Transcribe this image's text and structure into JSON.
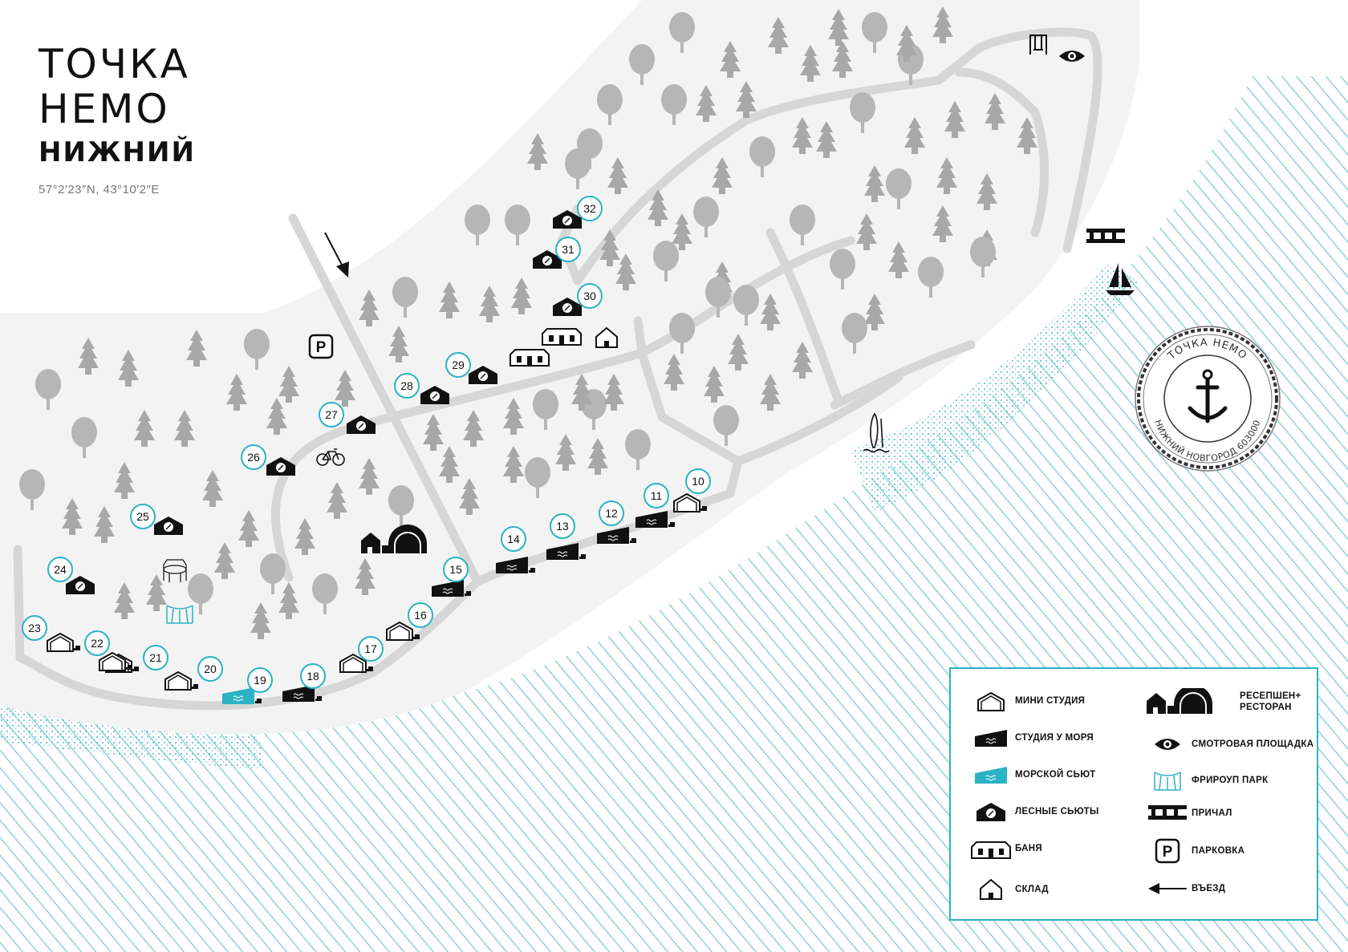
{
  "logo": {
    "line1": "ТОЧКА",
    "line2": "НЕМО",
    "line3": "НИЖНИЙ",
    "coords": "57°2′23″N, 43°10′2″E"
  },
  "seal": {
    "top_text": "ТОЧКА НЕМО",
    "bottom_text": "НИЖНИЙ НОВГОРОД 603000"
  },
  "colors": {
    "water": "#8fd0da",
    "accent": "#2bb3c4",
    "land": "#f3f3f3",
    "road": "#d6d6d6",
    "tree": "#a8a8a8",
    "building": "#111111"
  },
  "cabins": [
    {
      "n": "10",
      "type": "mini"
    },
    {
      "n": "11",
      "type": "sea-studio"
    },
    {
      "n": "12",
      "type": "sea-studio"
    },
    {
      "n": "13",
      "type": "sea-studio"
    },
    {
      "n": "14",
      "type": "sea-studio"
    },
    {
      "n": "15",
      "type": "sea-studio"
    },
    {
      "n": "16",
      "type": "mini"
    },
    {
      "n": "17",
      "type": "mini"
    },
    {
      "n": "18",
      "type": "sea-studio"
    },
    {
      "n": "19",
      "type": "sea-suite"
    },
    {
      "n": "20",
      "type": "mini"
    },
    {
      "n": "21",
      "type": "mini"
    },
    {
      "n": "22",
      "type": "mini"
    },
    {
      "n": "23",
      "type": "mini"
    },
    {
      "n": "24",
      "type": "forest-suite"
    },
    {
      "n": "25",
      "type": "forest-suite"
    },
    {
      "n": "26",
      "type": "forest-suite"
    },
    {
      "n": "27",
      "type": "forest-suite"
    },
    {
      "n": "28",
      "type": "forest-suite"
    },
    {
      "n": "29",
      "type": "forest-suite"
    },
    {
      "n": "30",
      "type": "forest-suite"
    },
    {
      "n": "31",
      "type": "forest-suite"
    },
    {
      "n": "32",
      "type": "forest-suite"
    }
  ],
  "legend": {
    "mini_studio": "МИНИ СТУДИЯ",
    "sea_studio": "СТУДИЯ У МОРЯ",
    "sea_suite": "МОРСКОЙ СЬЮТ",
    "forest_suites": "ЛЕСНЫЕ СЬЮТЫ",
    "sauna": "БАНЯ",
    "storage": "СКЛАД",
    "reception": "РЕСЕПШЕН+\nРЕСТОРАН",
    "viewpoint": "СМОТРОВАЯ ПЛОЩАДКА",
    "freerope": "ФРИРОУП ПАРК",
    "pier": "ПРИЧАЛ",
    "parking": "ПАРКОВКА",
    "entrance": "ВЪЕЗД"
  },
  "icons": [
    "parking-icon",
    "bicycle-icon",
    "eye-icon",
    "swing-icon",
    "pier-icon",
    "sailboat-icon",
    "surfboard-icon",
    "trampoline-icon",
    "anchor-icon",
    "entrance-arrow-icon"
  ]
}
